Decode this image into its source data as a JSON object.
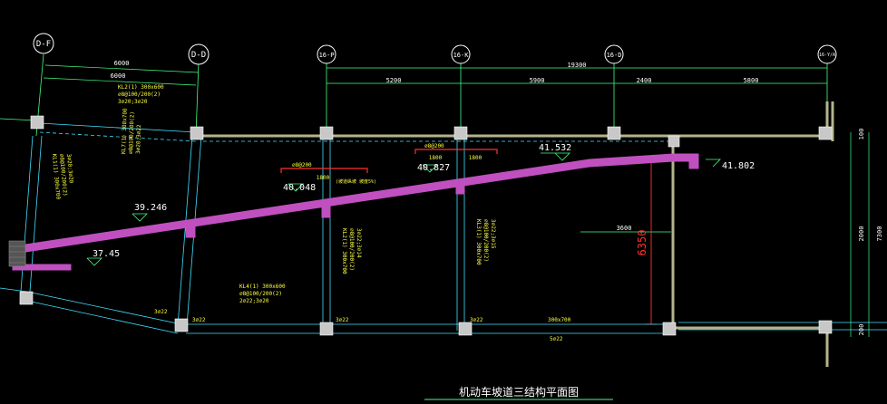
{
  "axes": {
    "df": "D-F",
    "dd": "D-D",
    "p16": "16-P",
    "k16": "16-K",
    "d16": "16-D",
    "rightmost": "16-Y/A"
  },
  "dimensions": {
    "top_6000_a": "6000",
    "top_6000_b": "6000",
    "total_19300": "19300",
    "seg_5200": "5200",
    "seg_5900": "5900",
    "seg_2400": "2400",
    "seg_5800": "5800",
    "right_100": "100",
    "right_2000": "2000",
    "right_7300": "7300",
    "right_200": "200",
    "inner_3600": "3600",
    "red_6350": "6350",
    "rebar_1800_a": "1800",
    "rebar_1800_b": "1800",
    "rebar_1800_c": "1800"
  },
  "levels": {
    "l_37_45": "37.45",
    "l_39_246": "39.246",
    "l_40_048": "40.048",
    "l_40_827": "40.827",
    "l_41_532": "41.532",
    "l_41_802": "41.802"
  },
  "beams": {
    "kl2_1": [
      "KL2(1) 300x600",
      "⌀8@100/200(2)",
      "3⌀20;3⌀20"
    ],
    "kl1_1": [
      "KL1(1) 300x700",
      "⌀8@100/200(2)",
      "3⌀20;3⌀20"
    ],
    "kl7_1": [
      "KL7(1) 300x700",
      "⌀8@100/200(2)",
      "3⌀20;3⌀22"
    ],
    "kl2_1b": [
      "KL2(1) 300x700",
      "⌀8@100/200(2)",
      "3⌀22;3⌀14"
    ],
    "kl3_1": [
      "KL3(1) 300x700",
      "⌀8@100/200(2)",
      "3⌀22;3⌀15"
    ],
    "kl4_1": [
      "KL4(1) 300x600",
      "⌀8@100/200(2)",
      "2⌀22;3⌀20"
    ]
  },
  "rebar_notes": {
    "phi8_a": "⌀8@200",
    "phi8_b": "⌀8@200",
    "slope_note": "(坡道纵坡 坡度5%)",
    "b_3phi22_a": "3⌀22",
    "b_3phi22_b": "3⌀22",
    "b_3phi22_c": "3⌀22",
    "b_3phi22_d": "3⌀22",
    "b_300x700": "300x700",
    "b_5phi22": "5⌀22"
  },
  "title": "机动车坡道三结构平面图",
  "colors": {
    "background": "#000000",
    "beam": "#b4b48c",
    "ramp": "#c050c0",
    "axis_line": "#40ff80",
    "cyan_line": "#40e0ff",
    "rebar_red": "#ff3030",
    "label_yellow": "#ffff40",
    "column": "#c8c8c8"
  }
}
